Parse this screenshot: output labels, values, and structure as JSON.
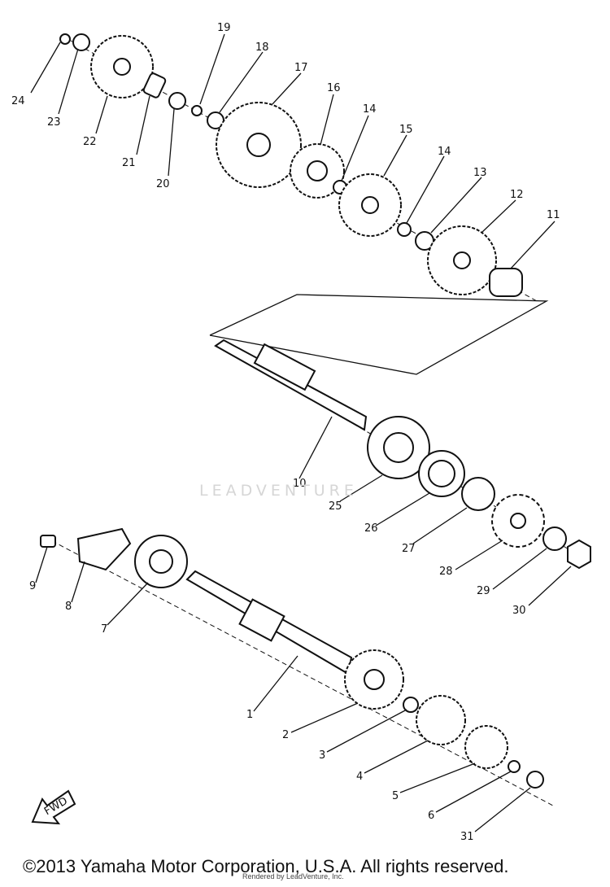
{
  "watermark": "LEADVENTURE",
  "copyright": "©2013 Yamaha Motor Corporation, U.S.A. All rights reserved.",
  "rendered_by": "Rendered by LeadVenture, Inc.",
  "fwd_label": "FWD",
  "callouts": [
    "1",
    "2",
    "3",
    "4",
    "5",
    "6",
    "7",
    "8",
    "9",
    "10",
    "11",
    "12",
    "13",
    "14",
    "14",
    "15",
    "16",
    "17",
    "18",
    "19",
    "20",
    "21",
    "22",
    "23",
    "24",
    "25",
    "26",
    "27",
    "28",
    "29",
    "30",
    "31"
  ]
}
